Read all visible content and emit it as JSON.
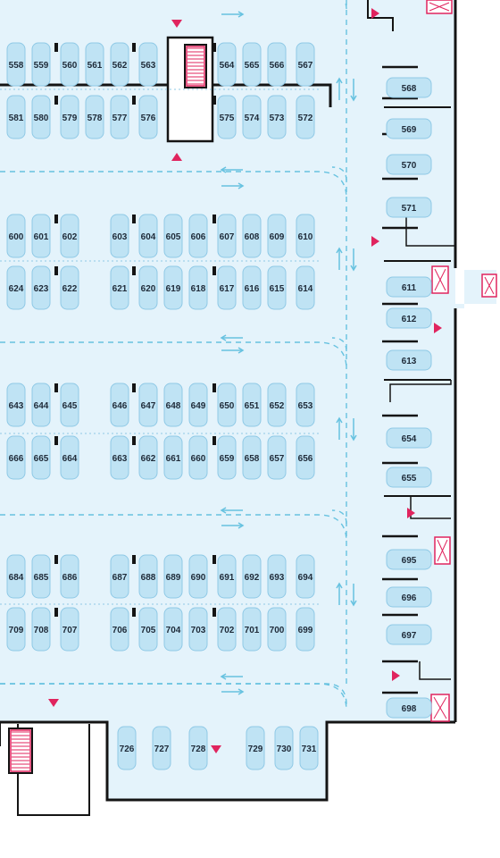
{
  "plan": {
    "colors": {
      "floor": "#e4f3fb",
      "outside": "#ffffff",
      "wall": "#141414",
      "car_fill": "#bfe3f4",
      "car_stroke": "#8fc9e6",
      "lane": "#67c2e0",
      "stair": "#e0245e",
      "marker": "#e0245e"
    },
    "icons": {
      "entry_marker": "red-triangle-icon",
      "lane_arrow": "lane-direction-arrow-icon",
      "stairwell": "stairwell-icon",
      "elevator": "elevator-icon"
    }
  },
  "rows": [
    {
      "id": "558-567",
      "labels": [
        "558",
        "559",
        "560",
        "561",
        "562",
        "563",
        "564",
        "565",
        "566",
        "567"
      ]
    },
    {
      "id": "581-572",
      "labels": [
        "581",
        "580",
        "579",
        "578",
        "577",
        "576",
        "575",
        "574",
        "573",
        "572"
      ]
    },
    {
      "id": "600-610",
      "labels": [
        "600",
        "601",
        "602",
        "603",
        "604",
        "605",
        "606",
        "607",
        "608",
        "609",
        "610"
      ]
    },
    {
      "id": "624-614",
      "labels": [
        "624",
        "623",
        "622",
        "621",
        "620",
        "619",
        "618",
        "617",
        "616",
        "615",
        "614"
      ]
    },
    {
      "id": "643-653",
      "labels": [
        "643",
        "644",
        "645",
        "646",
        "647",
        "648",
        "649",
        "650",
        "651",
        "652",
        "653"
      ]
    },
    {
      "id": "666-656",
      "labels": [
        "666",
        "665",
        "664",
        "663",
        "662",
        "661",
        "660",
        "659",
        "658",
        "657",
        "656"
      ]
    },
    {
      "id": "684-694",
      "labels": [
        "684",
        "685",
        "686",
        "687",
        "688",
        "689",
        "690",
        "691",
        "692",
        "693",
        "694"
      ]
    },
    {
      "id": "709-699",
      "labels": [
        "709",
        "708",
        "707",
        "706",
        "705",
        "704",
        "703",
        "702",
        "701",
        "700",
        "699"
      ]
    },
    {
      "id": "726-731",
      "labels": [
        "726",
        "727",
        "728",
        "729",
        "730",
        "731"
      ]
    }
  ],
  "right_spots": [
    "568",
    "569",
    "570",
    "571",
    "611",
    "612",
    "613",
    "654",
    "655",
    "695",
    "696",
    "697",
    "698"
  ]
}
